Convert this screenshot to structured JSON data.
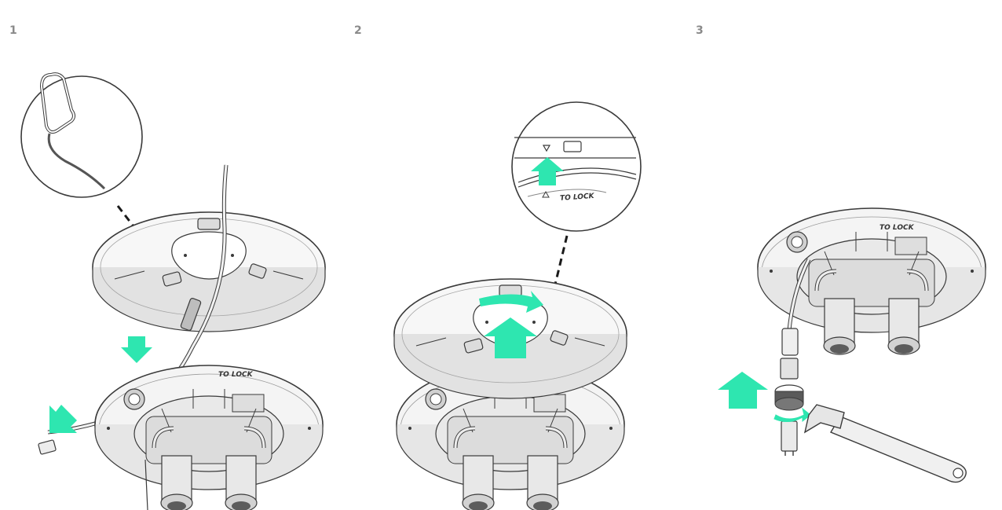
{
  "steps": [
    {
      "number": "1"
    },
    {
      "number": "2"
    },
    {
      "number": "3"
    }
  ],
  "labels": {
    "to_lock": "TO LOCK"
  },
  "colors": {
    "arrow": "#2ee6b0",
    "line": "#3a3a3a",
    "body_fill": "#f4f4f4",
    "shade": "#dedede",
    "step_number": "#8a8a8a"
  }
}
